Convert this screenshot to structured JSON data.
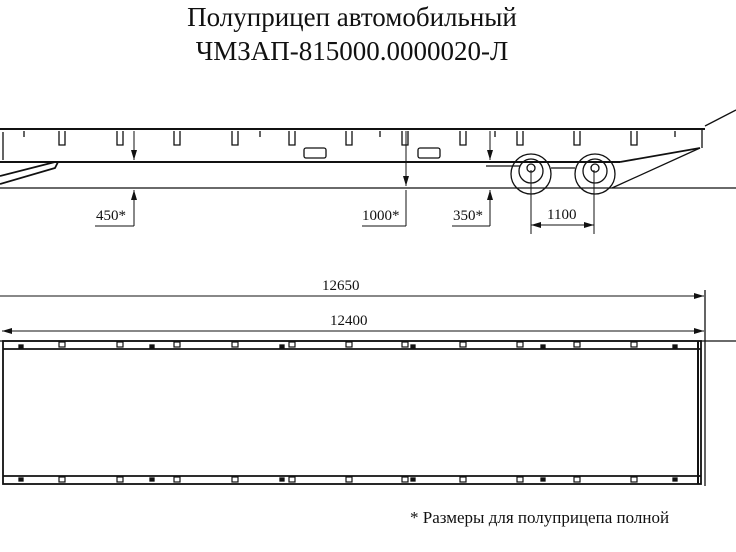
{
  "title": {
    "line1": "Полуприцеп автомобильный",
    "line2": "ЧМЗАП-815000.0000020-Л"
  },
  "side_view": {
    "dimensions": {
      "deck_height_front": "450*",
      "deck_height_middle": "1000*",
      "deck_height_rear": "350*",
      "axle_spacing": "1100"
    }
  },
  "top_view": {
    "dimensions": {
      "overall_length": "12650",
      "platform_length": "12400"
    }
  },
  "footnote": "* Размеры для полуприцепа полной"
}
